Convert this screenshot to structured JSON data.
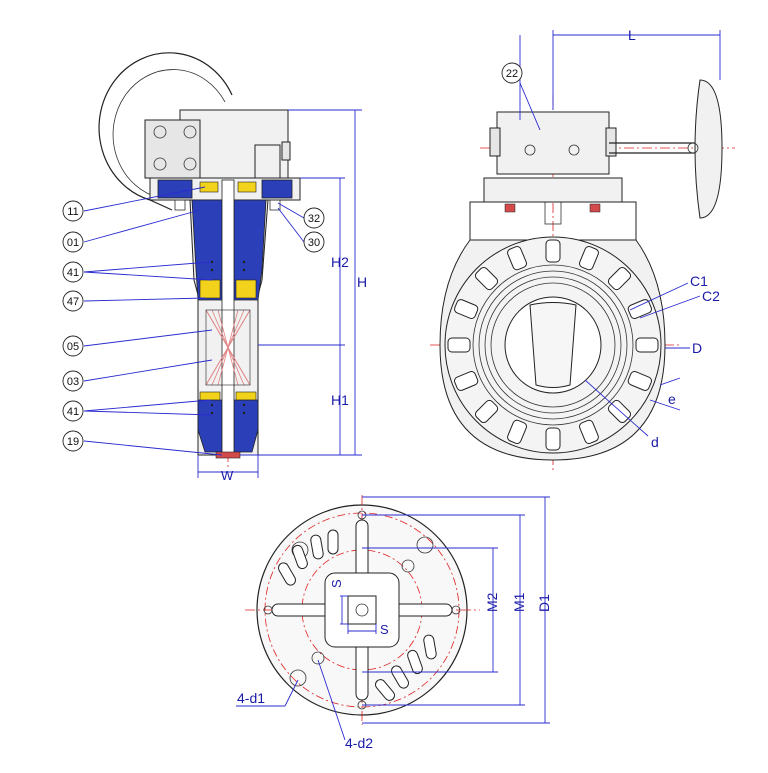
{
  "callouts": [
    "11",
    "01",
    "41",
    "47",
    "05",
    "03",
    "41",
    "19",
    "32",
    "30",
    "22"
  ],
  "dimensions": {
    "side_view": {
      "H": "H",
      "H1": "H1",
      "H2": "H2",
      "W": "W"
    },
    "front_view": {
      "L": "L",
      "C1": "C1",
      "C2": "C2",
      "D": "D",
      "e": "e",
      "d": "d"
    },
    "bottom_view": {
      "D1": "D1",
      "M1": "M1",
      "M2": "M2",
      "S_vertical": "S",
      "S_horizontal": "S",
      "d1": "4-d1",
      "d2": "4-d2"
    }
  },
  "colors": {
    "outline": "#222222",
    "dimension_lines": "#2b2bd0",
    "dimension_text": "#1a1aa8",
    "center_lines": "#e02020",
    "body_part": "#2a3fb8",
    "seal_part": "#f2d21a",
    "stem_hatch": "#e08080"
  }
}
